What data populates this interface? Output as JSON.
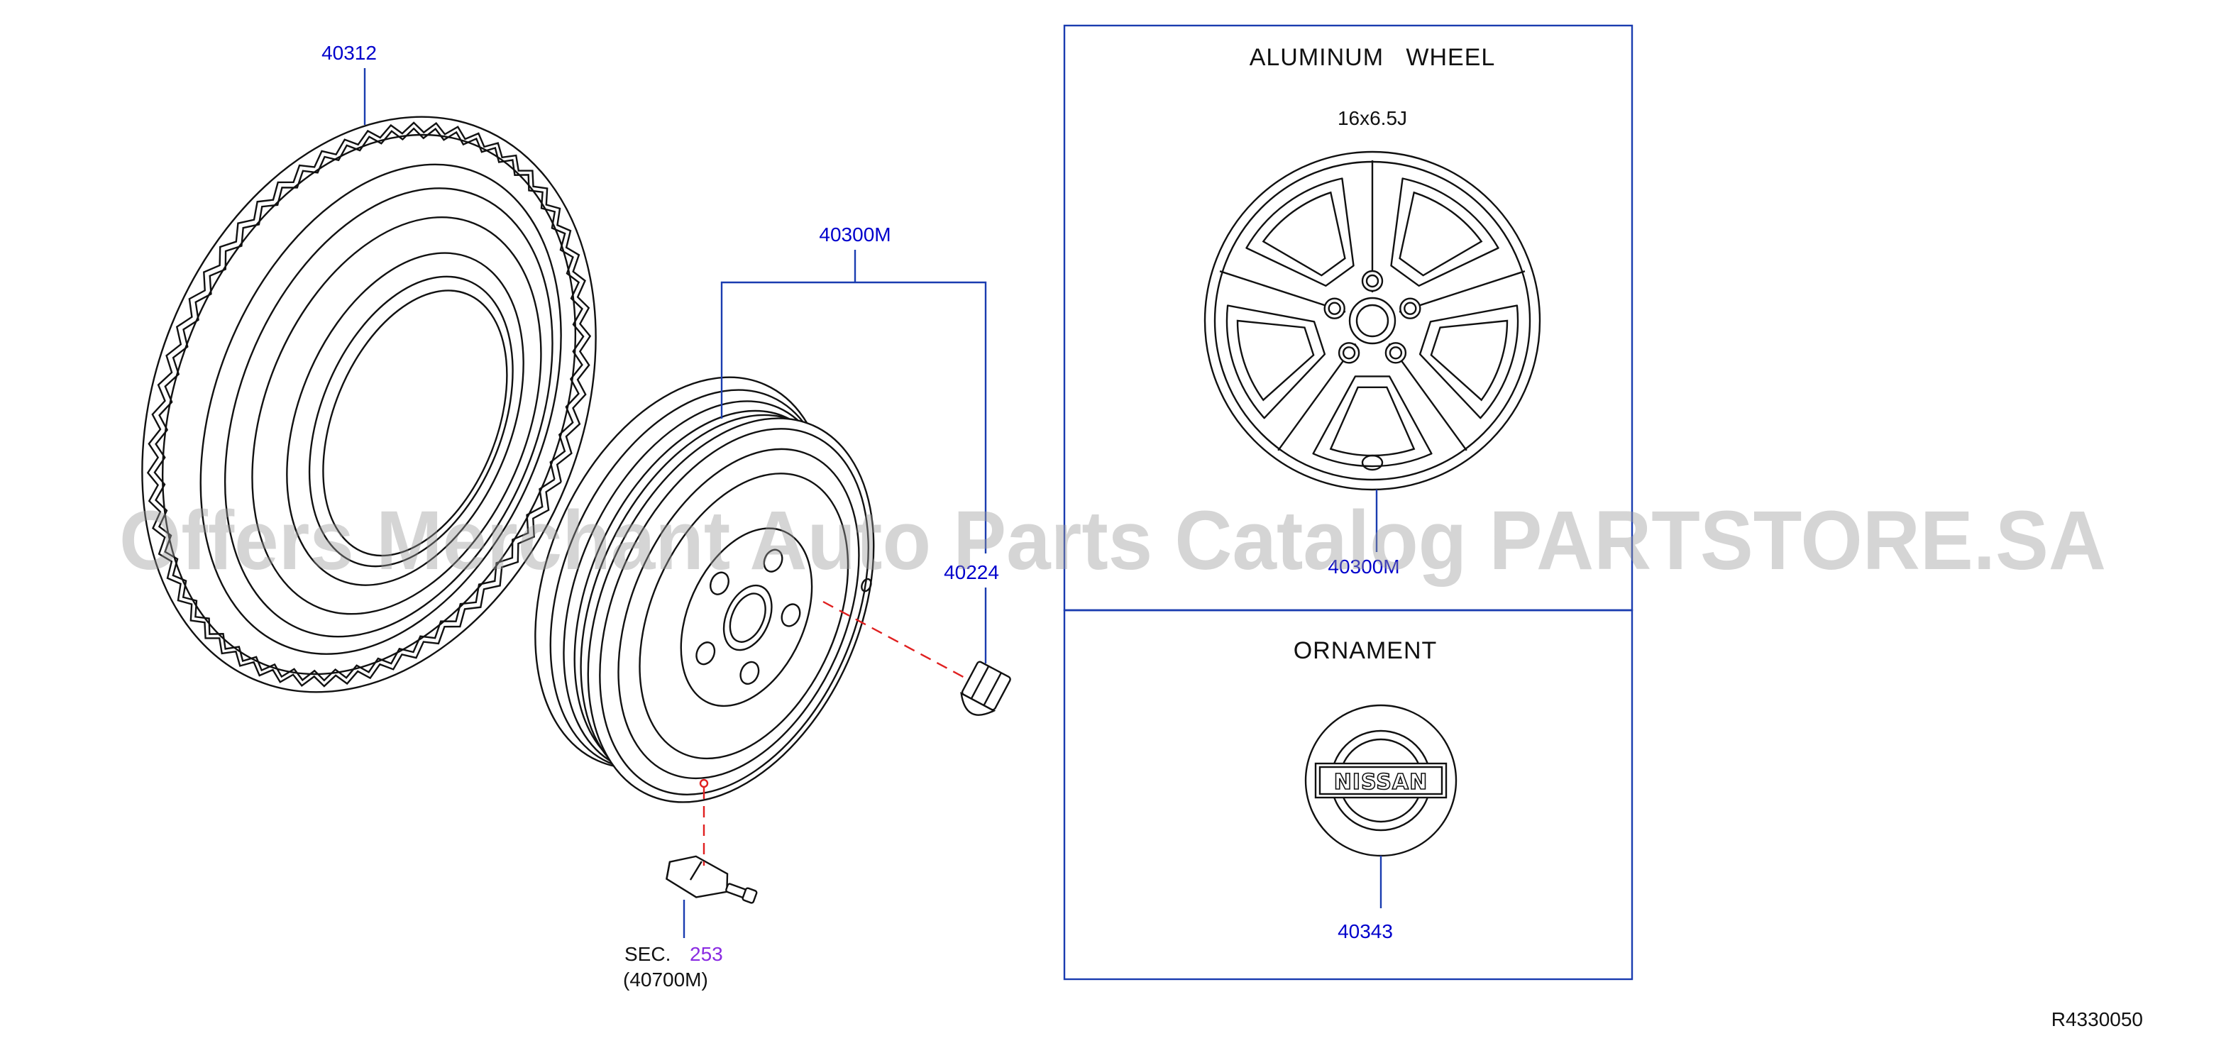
{
  "callouts": {
    "tire": "40312",
    "steel_wheel": "40300M",
    "wheel_nut": "40224",
    "sensor_sec_prefix": "SEC.",
    "sensor_sec_number": "253",
    "sensor_part": "(40700M)",
    "aluminum_wheel": "40300M",
    "ornament": "40343"
  },
  "panels": {
    "aluminum_title": "ALUMINUM   WHEEL",
    "aluminum_size": "16x6.5J",
    "ornament_title": "ORNAMENT",
    "ornament_logo_text": "NISSAN"
  },
  "footer": {
    "diagram_code": "R4330050"
  },
  "watermark": {
    "text": "Offers Merchant Auto Parts Catalog PARTSTORE.SA"
  },
  "colors": {
    "callout_text": "#0000cc",
    "leader_line": "#1a3cb0",
    "hidden_line": "#e02020",
    "sec_reference": "#8a2be2",
    "line_art": "#111111"
  }
}
